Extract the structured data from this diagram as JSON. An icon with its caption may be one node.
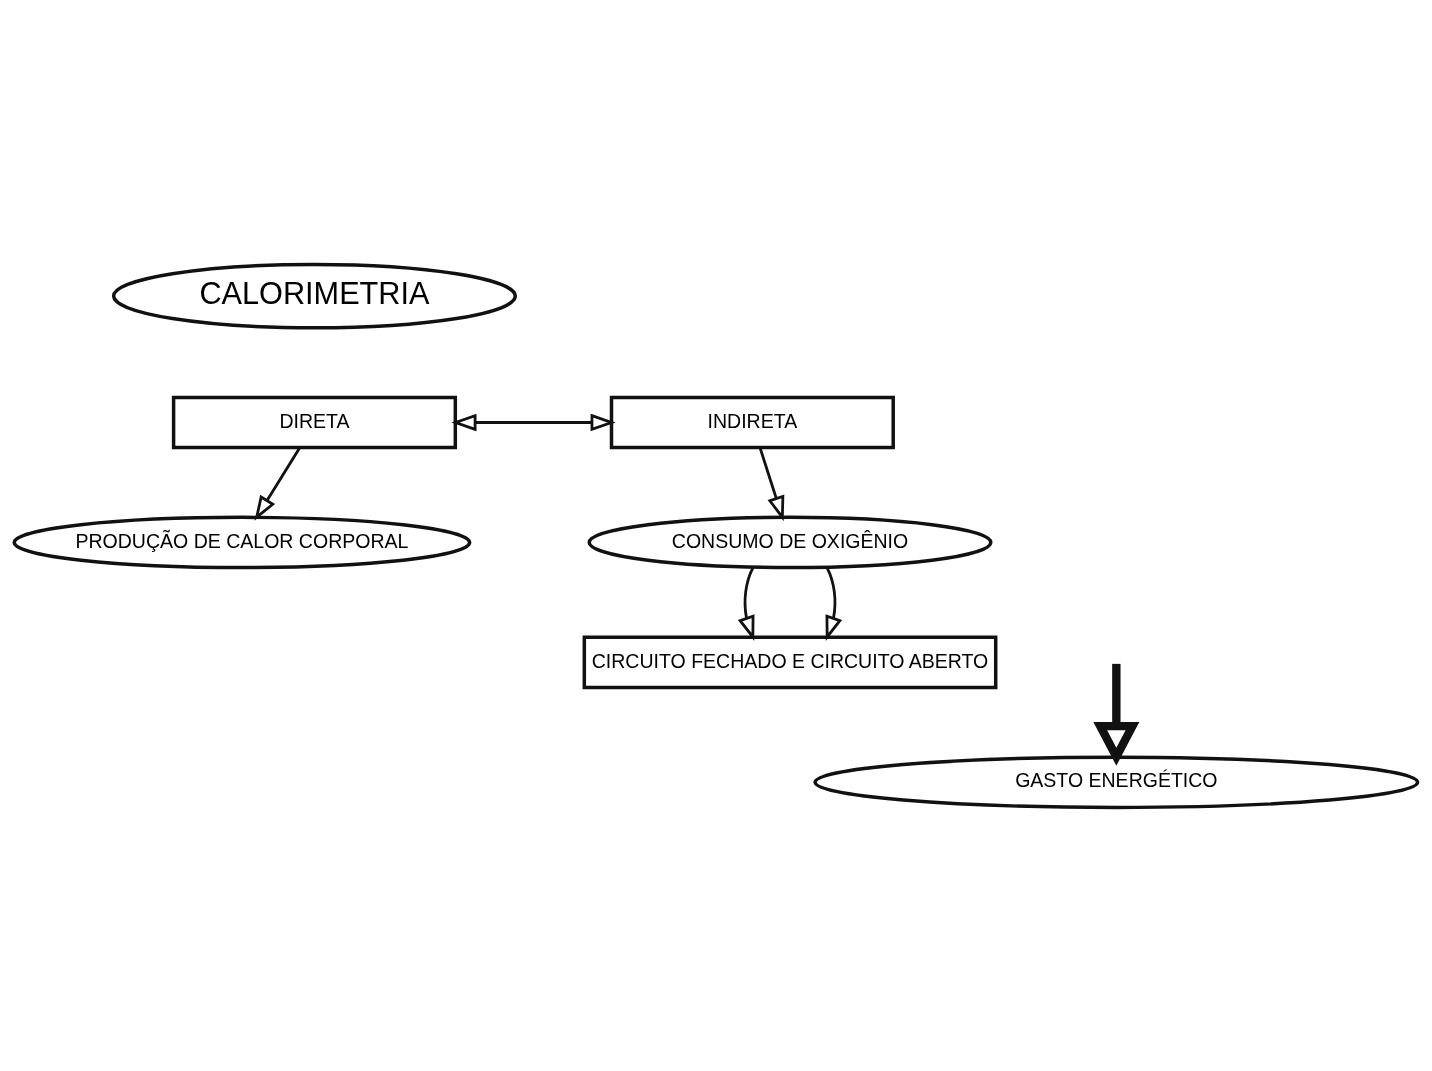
{
  "diagram": {
    "nodes": [
      {
        "text": [
          "CALORIMETRIA"
        ]
      },
      {
        "text": [
          "DIRETA"
        ]
      },
      {
        "text": [
          "INDIRETA"
        ]
      },
      {
        "text": [
          "PRODUÇÃO DE CALOR CORPORAL"
        ]
      },
      {
        "text": [
          "CONSUMO DE OXIGÊNIO"
        ]
      },
      {
        "text": [
          "CIRCUITO FECHADO E CIRCUITO ABERTO"
        ]
      },
      {
        "text": [
          "GASTO ENERGÉTICO"
        ]
      }
    ],
    "edges": [
      {
        "from": 1,
        "to": 2,
        "arrow": "both"
      },
      {
        "from": 1,
        "to": 3,
        "arrow": "to"
      },
      {
        "from": 2,
        "to": 4,
        "arrow": "to"
      },
      {
        "from": 4,
        "to": 5,
        "arrow": "to"
      },
      {
        "from": 4,
        "to": 5,
        "arrow": "to"
      },
      {
        "from": null,
        "to": 6,
        "arrow": "to",
        "style": "thick"
      }
    ]
  }
}
